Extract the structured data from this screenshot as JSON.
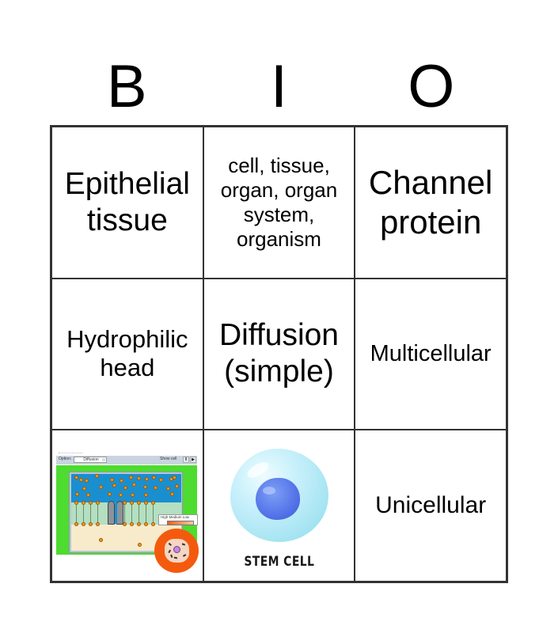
{
  "header": {
    "letters": [
      "B",
      "I",
      "O"
    ]
  },
  "cells": [
    {
      "type": "text",
      "text": "Epithelial tissue",
      "lines": [
        "Epithelial",
        "tissue"
      ]
    },
    {
      "type": "text",
      "text": "cell, tissue, organ, organ system, organism",
      "lines": [
        "cell, tissue,",
        "organ, organ",
        "system,",
        "organism"
      ]
    },
    {
      "type": "text",
      "text": "Channel protein",
      "lines": [
        "Channel",
        "protein"
      ]
    },
    {
      "type": "text",
      "text": "Hydrophilic head",
      "lines": [
        "Hydrophilic",
        "head"
      ]
    },
    {
      "type": "text",
      "text": "Diffusion (simple)",
      "lines": [
        "Diffusion",
        "(simple)"
      ]
    },
    {
      "type": "text",
      "text": "Multicellular",
      "lines": [
        "Multicellular"
      ]
    },
    {
      "type": "image",
      "image": "diffusion-simulation",
      "sim": {
        "option_label": "Option:",
        "option_value": "Diffusion",
        "show_cell": "Show cell",
        "legend": "High   Medium   Low",
        "btn1": "II",
        "btn2": "▶"
      }
    },
    {
      "type": "image",
      "image": "stem-cell",
      "caption": "STEM CELL"
    },
    {
      "type": "text",
      "text": "Unicellular",
      "lines": [
        "Unicellular"
      ]
    }
  ],
  "colors": {
    "border": "#333333",
    "sim_green": "#4ddc2f",
    "sim_water": "#1a8fd0",
    "orange": "#f45a0e",
    "nucleus_blue": "#5877ea"
  }
}
